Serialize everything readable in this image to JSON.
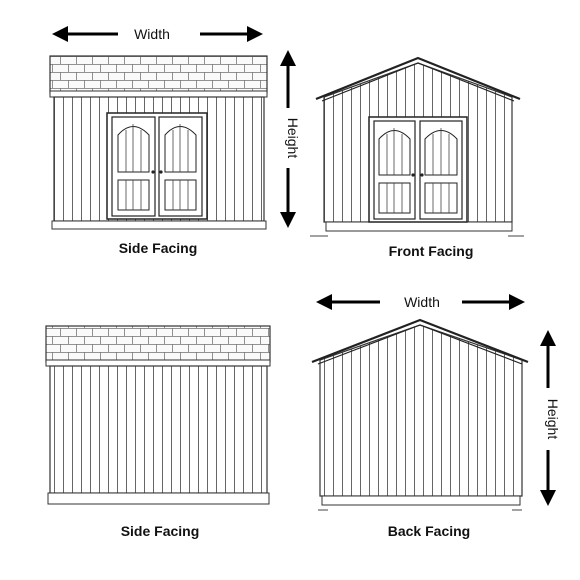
{
  "dimensions": {
    "top_width": "Width",
    "top_height": "Height",
    "bottom_width": "Width",
    "bottom_height": "Height"
  },
  "views": {
    "side_top": "Side Facing",
    "front": "Front Facing",
    "side_bottom": "Side Facing",
    "back": "Back Facing"
  }
}
